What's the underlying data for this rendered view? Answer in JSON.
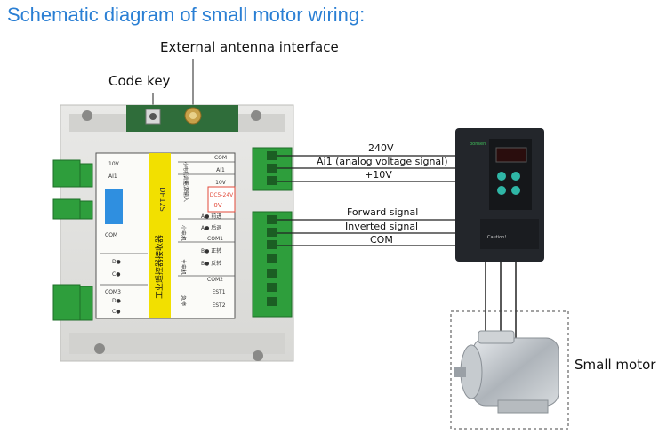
{
  "title": "Schematic diagram of small motor wiring:",
  "callouts": {
    "antenna": "External antenna interface",
    "code_key": "Code key",
    "motor": "Small motor"
  },
  "wires": {
    "w240v": "240V",
    "ai1": "Ai1 (analog voltage signal)",
    "p10v": "+10V",
    "forward": "Forward signal",
    "inverted": "Inverted signal",
    "com": "COM"
  },
  "panel": {
    "model": "DH12S",
    "product_name": "工业遥控器接收器",
    "labels": {
      "com_top": "COM",
      "ai1": "AI1",
      "v10": "10V",
      "dc_supply": "DC5-24V",
      "zero_v": "0V",
      "com1": "COM1",
      "com2": "COM2",
      "est1": "EST1",
      "est2": "EST2",
      "left_com": "COM",
      "left_com3": "COM3",
      "left_10v": "10V",
      "left_ai1": "AI1",
      "a_fwd": "A● 前进",
      "a_rev": "A● 后退",
      "b_fwd": "B● 正转",
      "b_rev": "B● 反转",
      "left_d1": "D●",
      "left_d2": "D●",
      "left_c1": "C●",
      "left_c2": "C●",
      "small_motor_zh": "小电机",
      "main_motor_zh": "主电机",
      "stop_zh": "急停",
      "speed_zh": "小电机调速",
      "power_zh": "电源输入"
    }
  },
  "inverter": {
    "brand": "bonsen",
    "caution": "Caution!"
  },
  "colors": {
    "title": "#2a7fd4",
    "terminal_green": "#2e9e3c",
    "panel_yellow": "#f2e000",
    "panel_blue": "#2f8fe0",
    "inverter_body": "#23262b"
  }
}
